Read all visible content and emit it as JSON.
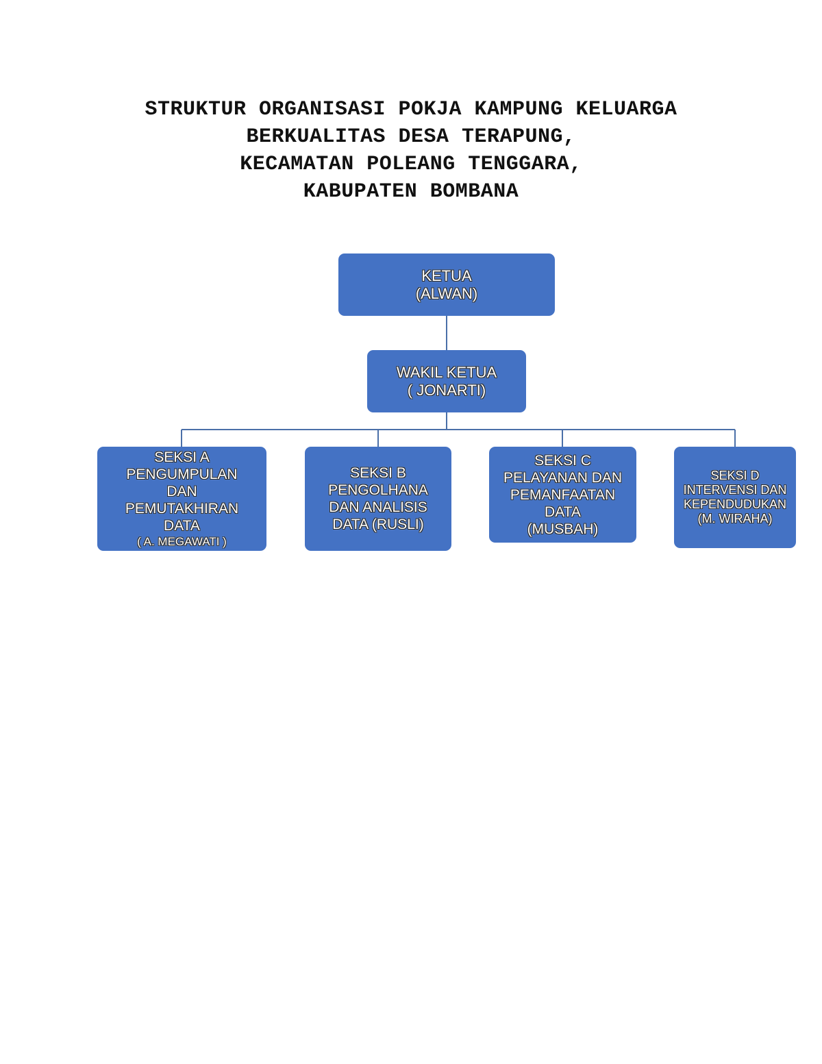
{
  "title": {
    "lines": [
      "STRUKTUR ORGANISASI POKJA KAMPUNG KELUARGA",
      "BERKUALITAS DESA TERAPUNG,",
      "KECAMATAN POLEANG TENGGARA,",
      "KABUPATEN BOMBANA"
    ]
  },
  "colors": {
    "box_fill": "#4472c4",
    "connector": "#4a6fa8"
  },
  "org": {
    "ketua": {
      "lines": [
        "KETUA",
        "(ALWAN)"
      ]
    },
    "wakil": {
      "lines": [
        "WAKIL KETUA",
        "( JONARTI)"
      ]
    },
    "seksi_a": {
      "lines": [
        "SEKSI A",
        "PENGUMPULAN",
        "DAN",
        "PEMUTAKHIRAN",
        "DATA",
        "( A. MEGAWATI )"
      ]
    },
    "seksi_b": {
      "lines": [
        "SEKSI B",
        "PENGOLHANA",
        "DAN ANALISIS",
        "DATA (RUSLI)"
      ]
    },
    "seksi_c": {
      "lines": [
        "SEKSI C",
        "PELAYANAN DAN",
        "PEMANFAATAN",
        "DATA",
        "(MUSBAH)"
      ]
    },
    "seksi_d": {
      "lines": [
        "SEKSI D",
        "INTERVENSI DAN",
        "KEPENDUDUKAN",
        "(M. WIRAHA)"
      ]
    }
  }
}
